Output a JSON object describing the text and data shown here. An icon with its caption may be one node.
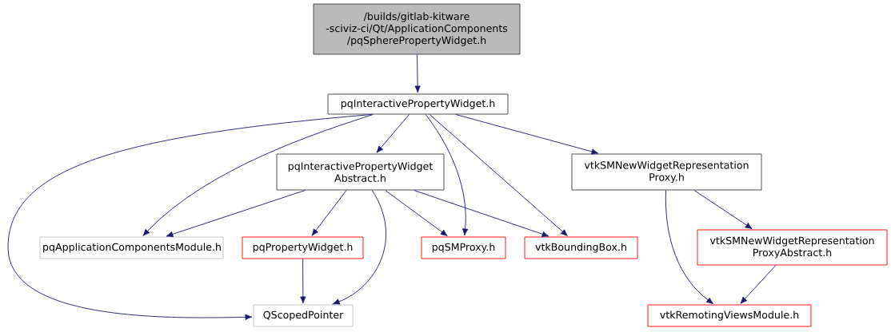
{
  "diagram": {
    "nodes": [
      {
        "text": [
          "/builds/gitlab-kitware -sciviz-ci/Qt/ApplicationComponents /pqSpherePropertyWidget.h"
        ]
      },
      {
        "text": [
          "pqInteractivePropertyWidget.h"
        ]
      },
      {
        "text": [
          "pqInteractivePropertyWidget Abstract.h"
        ]
      },
      {
        "text": [
          "vtkSMNewWidgetRepresentation Proxy.h"
        ]
      },
      {
        "text": [
          "pqApplicationComponentsModule.h"
        ]
      },
      {
        "text": [
          "pqPropertyWidget.h"
        ]
      },
      {
        "text": [
          "pqSMProxy.h"
        ]
      },
      {
        "text": [
          "vtkBoundingBox.h"
        ]
      },
      {
        "text": [
          "vtkSMNewWidgetRepresentation ProxyAbstract.h"
        ]
      },
      {
        "text": [
          "QScopedPointer"
        ]
      },
      {
        "text": [
          "vtkRemotingViewsModule.h"
        ]
      }
    ],
    "edges": [
      {
        "from": 0,
        "to": 1,
        "arrow": "to"
      },
      {
        "from": 1,
        "to": 9,
        "arrow": "to"
      },
      {
        "from": 1,
        "to": 4,
        "arrow": "to"
      },
      {
        "from": 1,
        "to": 2,
        "arrow": "to"
      },
      {
        "from": 1,
        "to": 6,
        "arrow": "to"
      },
      {
        "from": 1,
        "to": 7,
        "arrow": "to"
      },
      {
        "from": 1,
        "to": 3,
        "arrow": "to"
      },
      {
        "from": 2,
        "to": 4,
        "arrow": "to"
      },
      {
        "from": 2,
        "to": 5,
        "arrow": "to"
      },
      {
        "from": 2,
        "to": 9,
        "arrow": "to"
      },
      {
        "from": 2,
        "to": 6,
        "arrow": "to"
      },
      {
        "from": 2,
        "to": 7,
        "arrow": "to"
      },
      {
        "from": 5,
        "to": 9,
        "arrow": "to"
      },
      {
        "from": 3,
        "to": 10,
        "arrow": "to"
      },
      {
        "from": 3,
        "to": 8,
        "arrow": "to"
      },
      {
        "from": 8,
        "to": 10,
        "arrow": "to"
      }
    ]
  }
}
